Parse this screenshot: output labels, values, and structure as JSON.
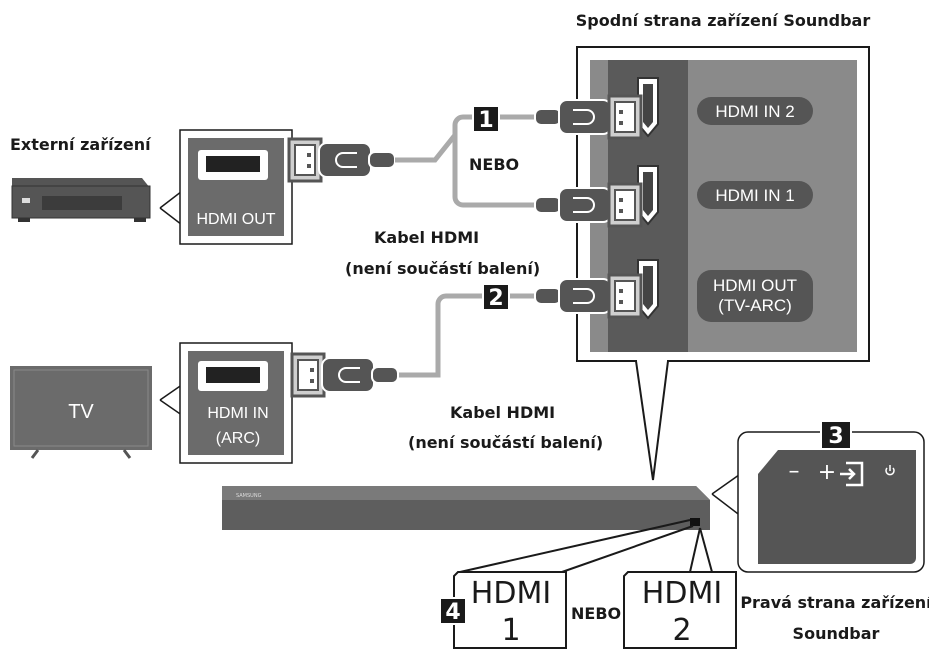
{
  "labels": {
    "soundbar_bottom": "Spodní strana zařízení Soundbar",
    "external_device": "Externí zařízení",
    "or_top": "NEBO",
    "cable_1_line1": "Kabel HDMI",
    "cable_1_line2": "(není součástí balení)",
    "cable_2_line1": "Kabel HDMI",
    "cable_2_line2": "(není součástí balení)",
    "or_bottom": "NEBO",
    "right_side_line1": "Pravá strana zařízení",
    "right_side_line2": "Soundbar",
    "tv": "TV",
    "brand": "SAMSUNG"
  },
  "ports": {
    "external_out": "HDMI OUT",
    "tv_in_line1": "HDMI IN",
    "tv_in_line2": "(ARC)",
    "soundbar_in2": "HDMI IN 2",
    "soundbar_in1": "HDMI IN 1",
    "soundbar_out_line1": "HDMI OUT",
    "soundbar_out_line2": "(TV-ARC)"
  },
  "steps": [
    "1",
    "2",
    "3",
    "4"
  ],
  "display": {
    "hdmi1_line1": "HDMI",
    "hdmi1_line2": "1",
    "hdmi2_line1": "HDMI",
    "hdmi2_line2": "2"
  },
  "panel_buttons": {
    "minus": "–",
    "plus": "+"
  },
  "colors": {
    "dark_gray": "#555555",
    "panel_gray": "#8a8a8a",
    "light_gray": "#bdbdbd",
    "cable": "#aaaaaa"
  }
}
